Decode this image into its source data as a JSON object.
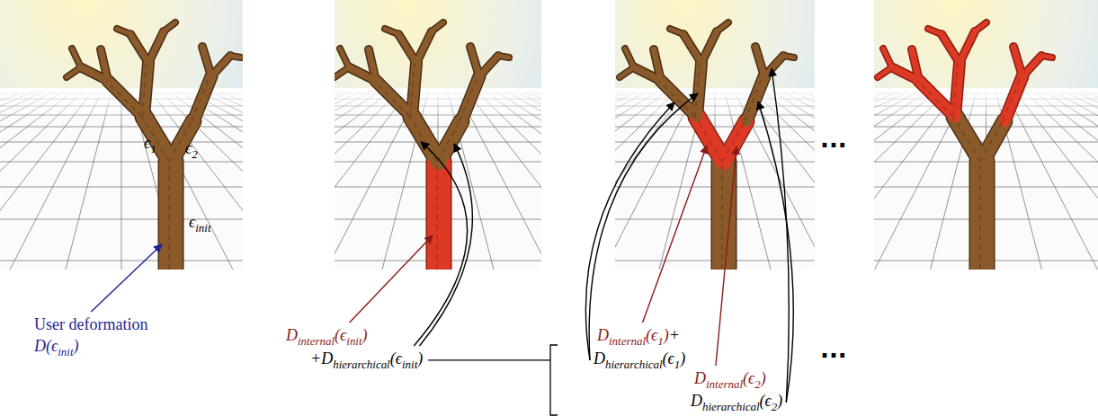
{
  "diagram": {
    "labels": [
      "ϵ",
      "1",
      "ϵ",
      "2",
      "ϵ",
      "init",
      "User deformation",
      "D(ϵ",
      "init",
      ")",
      "D",
      "internal",
      "(ϵ",
      "init",
      ")",
      "+D",
      "hierarchical",
      "(ϵ",
      "init",
      ")",
      "···",
      "D",
      "internal",
      "(ϵ",
      "1",
      ")",
      "+",
      "D",
      "hierarchical",
      "(ϵ",
      "1",
      ")",
      "D",
      "internal",
      "(ϵ",
      "2",
      ")",
      "D",
      "hierarchical",
      "(ϵ",
      "2",
      ")",
      "···"
    ]
  }
}
